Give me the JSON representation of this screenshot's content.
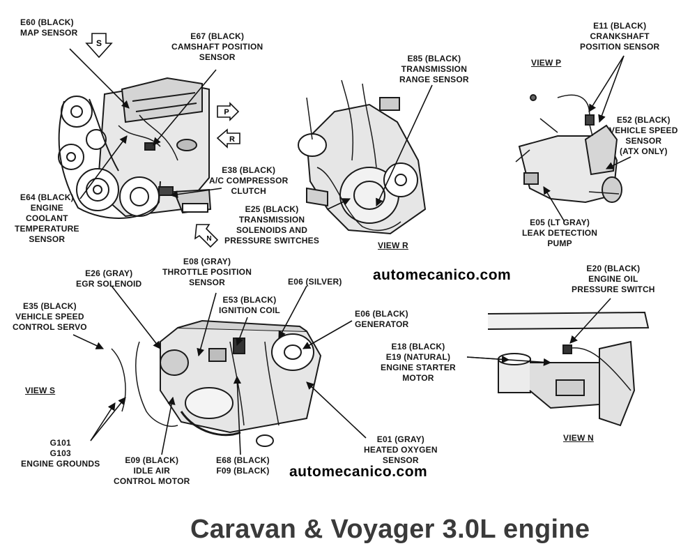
{
  "title": "Caravan & Voyager 3.0L engine",
  "watermarks": [
    "automecanico.com",
    "automecanico.com"
  ],
  "views": {
    "view_p": "VIEW P",
    "view_r": "VIEW R",
    "view_s": "VIEW S",
    "view_n": "VIEW N"
  },
  "arrow_badges": {
    "s": "S",
    "p": "P",
    "r": "R",
    "n": "N"
  },
  "labels": {
    "e60": "E60 (BLACK)\nMAP SENSOR",
    "e67": "E67 (BLACK)\nCAMSHAFT POSITION\nSENSOR",
    "e85": "E85 (BLACK)\nTRANSMISSION\nRANGE SENSOR",
    "e11": "E11 (BLACK)\nCRANKSHAFT\nPOSITION SENSOR",
    "e52": "E52 (BLACK)\nVEHICLE SPEED\nSENSOR\n(ATX ONLY)",
    "e38": "E38 (BLACK)\nA/C COMPRESSOR\nCLUTCH",
    "e64": "E64 (BLACK)\nENGINE\nCOOLANT\nTEMPERATURE\nSENSOR",
    "e25": "E25 (BLACK)\nTRANSMISSION\nSOLENOIDS AND\nPRESSURE SWITCHES",
    "e05": "E05 (LT GRAY)\nLEAK DETECTION\nPUMP",
    "e08": "E08 (GRAY)\nTHROTTLE POSITION\nSENSOR",
    "e26": "E26 (GRAY)\nEGR SOLENOID",
    "e06s": "E06 (SILVER)",
    "e53": "E53 (BLACK)\nIGNITION COIL",
    "e20": "E20 (BLACK)\nENGINE OIL\nPRESSURE SWITCH",
    "e35": "E35 (BLACK)\nVEHICLE SPEED\nCONTROL SERVO",
    "e06b": "E06 (BLACK)\nGENERATOR",
    "e18": "E18 (BLACK)\nE19 (NATURAL)\nENGINE STARTER\nMOTOR",
    "g101": "G101\nG103\nENGINE GROUNDS",
    "e09": "E09 (BLACK)\nIDLE AIR\nCONTROL MOTOR",
    "e68": "E68 (BLACK)\nF09 (BLACK)",
    "e01": "E01 (GRAY)\nHEATED OXYGEN\nSENSOR"
  }
}
